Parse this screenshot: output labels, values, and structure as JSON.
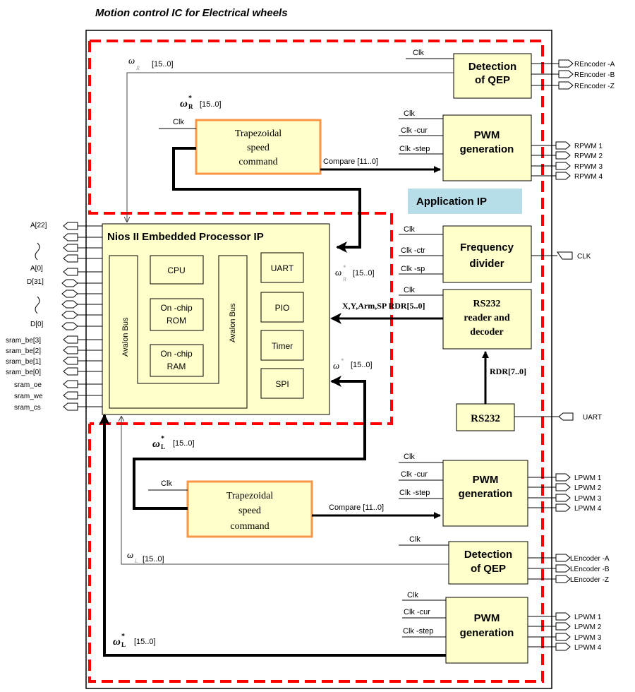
{
  "title": "Motion control IC for Electrical wheels",
  "application_ip": "Application IP",
  "nios": {
    "title": "Nios  II Embedded Processor IP",
    "avalon_left": "Avalon Bus",
    "avalon_right": "Avalon Bus",
    "cpu": "CPU",
    "rom": [
      "On -chip",
      "ROM"
    ],
    "ram": [
      "On -chip",
      "RAM"
    ],
    "uart": "UART",
    "pio": "PIO",
    "timer": "Timer",
    "spi": "SPI"
  },
  "blocks": {
    "qep_right": [
      "Detection",
      "of  QEP"
    ],
    "pwm_right": [
      "PWM",
      "generation"
    ],
    "trap_right": [
      "Trapezoidal",
      "speed",
      "command"
    ],
    "freq_div": [
      "Frequency",
      "divider"
    ],
    "rs232_dec": [
      "RS232",
      "reader and",
      "decoder"
    ],
    "rs232": "RS232",
    "trap_left": [
      "Trapezoidal",
      "speed",
      "command"
    ],
    "pwm_left1": [
      "PWM",
      "generation"
    ],
    "qep_left": [
      "Detection",
      "of  QEP"
    ],
    "pwm_left2": [
      "PWM",
      "generation"
    ]
  },
  "signals": {
    "clk": "Clk",
    "clk_cur": "Clk -cur",
    "clk_step": "Clk -step",
    "clk_ctr": "Clk -ctr",
    "clk_sp": "Clk -sp",
    "compare": "Compare  [11..0]",
    "omega_r": "ω",
    "omega_r_sub": "R",
    "omega_l_sub": "L",
    "omega_star": "*",
    "range15": "[15..0]",
    "range15_b": "[15..0]",
    "xyarm": "X,Y,Arm,SP  RDR[5..0]",
    "rdr70": "RDR[7..0]"
  },
  "ports_right": {
    "rencoder": [
      "REncoder  -A",
      "REncoder  -B",
      "REncoder  -Z"
    ],
    "rpwm": [
      "RPWM  1",
      "RPWM  2",
      "RPWM  3",
      "RPWM  4"
    ],
    "clk": "CLK",
    "uart": "UART",
    "lpwm": [
      "LPWM  1",
      "LPWM  2",
      "LPWM  3",
      "LPWM  4"
    ],
    "lencoder": [
      "LEncoder  -A",
      "LEncoder  -B",
      "LEncoder  -Z"
    ],
    "lpwm2": [
      "LPWM  1",
      "LPWM  2",
      "LPWM  3",
      "LPWM  4"
    ]
  },
  "ports_left": {
    "a22": "A[22]",
    "a0": "A[0]",
    "d31": "D[31]",
    "d0": "D[0]",
    "sram": [
      "sram_be[3]",
      "sram_be[2]",
      "sram_be[1]",
      "sram_be[0]",
      "sram_oe",
      "sram_we",
      "sram_cs"
    ]
  },
  "colors": {
    "block_fill": "#ffffcc",
    "trap_border": "#f79646",
    "dash_red": "#ff0000",
    "app_ip_fill": "#b7dee8"
  }
}
